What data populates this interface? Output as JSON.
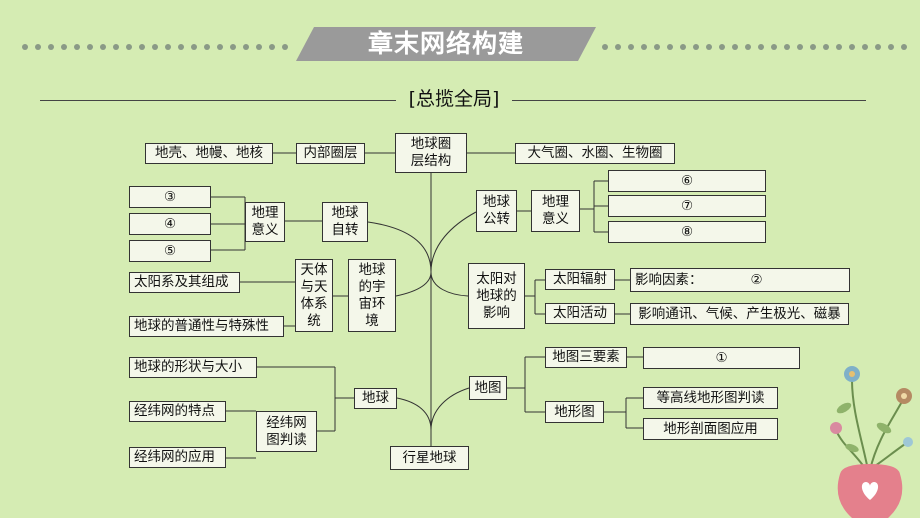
{
  "header": {
    "title": "章末网络构建",
    "subtitle": "[总揽全局]"
  },
  "colors": {
    "background": "#d5ecb3",
    "banner": "#9a9a9a",
    "box_fill": "#f4f7ea",
    "line": "#333333",
    "vase": "#e4808c"
  },
  "nodes": {
    "center_structure": "地球圈\n层结构",
    "inner_layers": "内部圈层",
    "inner_list": "地壳、地幔、地核",
    "outer_list": "大气圈、水圈、生物圈",
    "rot_meaning": "地理\n意义",
    "rotation": "地球\n自转",
    "b3": "③",
    "b4": "④",
    "b5": "⑤",
    "revolution": "地球\n公转",
    "rev_meaning": "地理\n意义",
    "b6": "⑥",
    "b7": "⑦",
    "b8": "⑧",
    "solar_system": "太阳系及其组成",
    "universality": "地球的普通性与特殊性",
    "celestial": "天体\n与天\n体系\n统",
    "cosmic_env": "地球\n的宇\n宙环\n境",
    "sun_effect": "太阳对\n地球的\n影响",
    "solar_radiation": "太阳辐射",
    "radiation_factors": "影响因素：",
    "b2": "②",
    "solar_activity": "太阳活动",
    "activity_effects": "影响通讯、气候、产生极光、磁暴",
    "shape_size": "地球的形状与大小",
    "graticule_features": "经纬网的特点",
    "graticule_usage": "经纬网的应用",
    "graticule_read": "经纬网\n图判读",
    "earth": "地球",
    "map": "地图",
    "map_elements": "地图三要素",
    "b1": "①",
    "topo_map": "地形图",
    "contour": "等高线地形图判读",
    "profile": "地形剖面图应用",
    "root": "行星地球"
  }
}
